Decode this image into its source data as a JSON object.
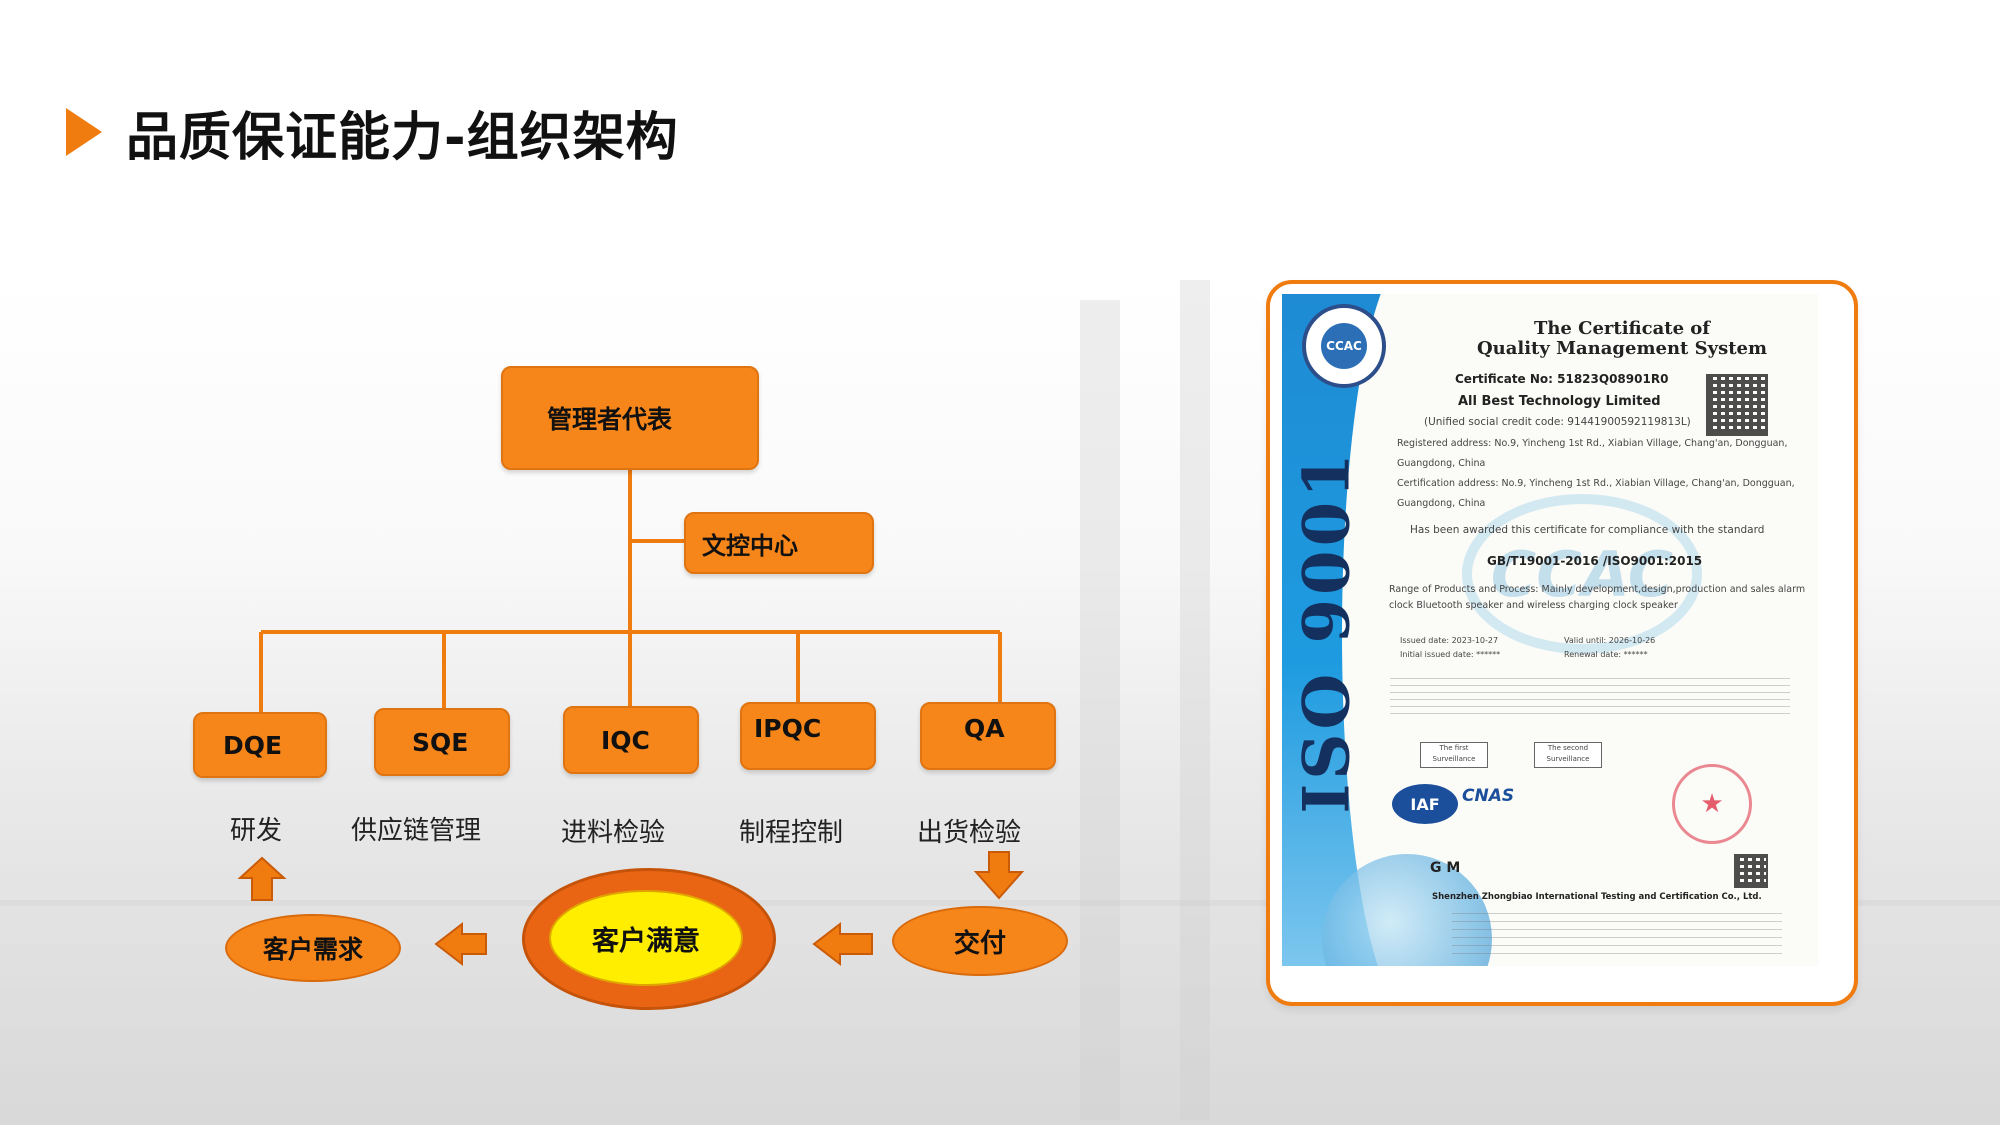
{
  "title": "品质保证能力-组织架构",
  "colors": {
    "accent": "#f07c10",
    "box_fill": "#f7861a",
    "outer_ring": "#ea6513",
    "core_fill": "#ffee00"
  },
  "org_chart": {
    "top": "管理者代表",
    "staff": "文控中心",
    "departments": [
      {
        "name": "DQE",
        "role": "研发"
      },
      {
        "name": "SQE",
        "role": "供应链管理"
      },
      {
        "name": "IQC",
        "role": "进料检验"
      },
      {
        "name": "IPQC",
        "role": "制程控制"
      },
      {
        "name": "QA",
        "role": "出货检验"
      }
    ],
    "cycle": {
      "requirement": "客户需求",
      "satisfaction": "客户满意",
      "delivery": "交付"
    }
  },
  "certificate": {
    "iso_label": "ISO 9001",
    "seal_label": "CCAC",
    "title_line1": "The Certificate of",
    "title_line2": "Quality Management System",
    "cert_no": "Certificate No:  51823Q08901R0",
    "company": "All Best Technology Limited",
    "credit_code": "(Unified social credit code:  91441900592119813L)",
    "registered_address": "Registered address:  No.9, Yincheng 1st Rd., Xiabian Village, Chang'an, Dongguan,",
    "registered_address_2": "Guangdong, China",
    "cert_address": "Certification address: No.9, Yincheng 1st Rd., Xiabian Village, Chang'an, Dongguan,",
    "cert_address_2": "Guangdong, China",
    "awarded": "Has been awarded this certificate for compliance with the standard",
    "standard": "GB/T19001-2016 /ISO9001:2015",
    "scope_1": "Range of Products and Process: Mainly development,design,production and sales alarm",
    "scope_2": "clock Bluetooth speaker and wireless charging clock speaker",
    "issued": "Issued date:  2023-10-27",
    "valid": "Valid until: 2026-10-26",
    "initial": "Initial issued date: ******",
    "renewal": "Renewal date: ******",
    "surveillance_1": "The first Surveillance",
    "surveillance_2": "The second Surveillance",
    "iaf": "IAF",
    "cnas": "CNAS",
    "sign": "G M",
    "issuer": "Shenzhen Zhongbiao International Testing and Certification Co., Ltd."
  }
}
